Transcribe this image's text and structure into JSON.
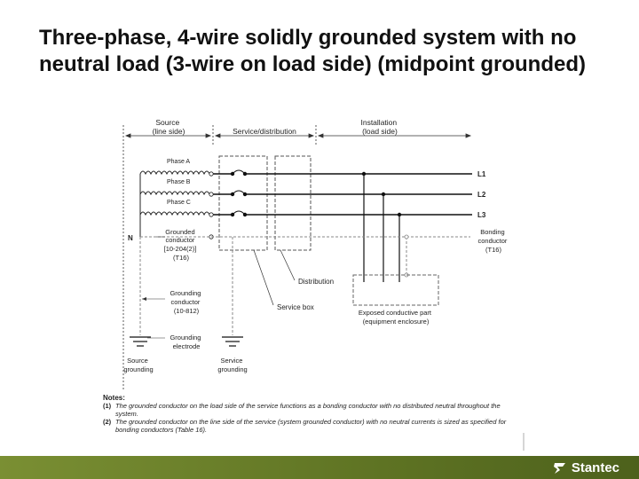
{
  "slide": {
    "title": "Three-phase, 4-wire solidly grounded system with no neutral load (3-wire on load side) (midpoint grounded)"
  },
  "diagram": {
    "sections": {
      "source": "Source\n(line side)",
      "service": "Service/distribution",
      "installation": "Installation\n(load side)"
    },
    "phases": [
      "Phase A",
      "Phase B",
      "Phase C"
    ],
    "lines": [
      "L1",
      "L2",
      "L3"
    ],
    "neutral": "N",
    "labels": {
      "grounded_conductor": "Grounded\nconductor\n[10-204(2)]\n(T16)",
      "bonding_conductor": "Bonding\nconductor\n(T16)",
      "distribution": "Distribution",
      "service_box": "Service box",
      "exposed_part": "Exposed conductive part\n(equipment enclosure)",
      "grounding_conductor": "Grounding\nconductor\n(10-812)",
      "grounding_electrode": "Grounding\nelectrode",
      "source_grounding": "Source\ngrounding",
      "service_grounding": "Service\ngrounding"
    }
  },
  "notes": {
    "heading": "Notes:",
    "items": [
      {
        "num": "(1)",
        "text": "The grounded conductor on the load side of the service functions as a bonding conductor with no distributed neutral throughout the system."
      },
      {
        "num": "(2)",
        "text": "The grounded conductor on the line side of the service (system grounded conductor) with no neutral currents is sized as specified for bonding conductors (Table 16)."
      }
    ]
  },
  "footer": {
    "logo_text": "Stantec"
  },
  "colors": {
    "footer_green": "#6a7f2a",
    "line": "#222222",
    "dashed": "#999999"
  }
}
